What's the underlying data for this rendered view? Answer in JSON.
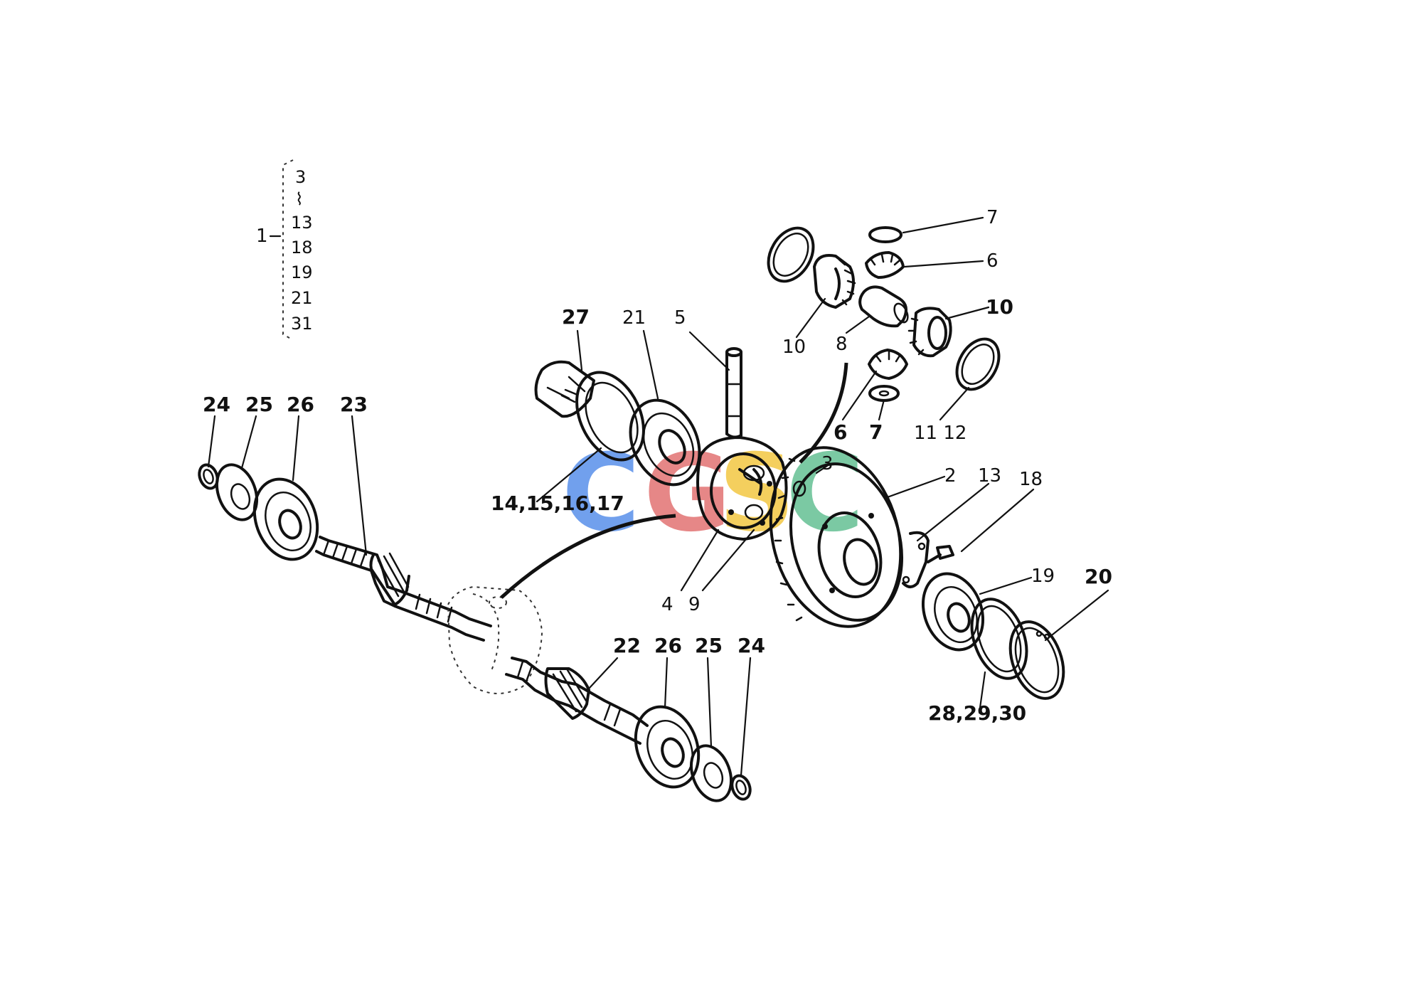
{
  "assembly_group": {
    "main_number": "1",
    "components": [
      "3",
      "⌇",
      "13",
      "18",
      "19",
      "21",
      "31"
    ]
  },
  "callouts": {
    "c7_top": "7",
    "c6_top": "6",
    "c10_right": "10",
    "c10_left": "10",
    "c8": "8",
    "c6_mid": "6",
    "c7_mid": "7",
    "c11_12": "11 12",
    "c27": "27",
    "c21": "21",
    "c5": "5",
    "c14_17": "14,15,16,17",
    "c3": "3",
    "c2": "2",
    "c13": "13",
    "c18": "18",
    "c19": "19",
    "c20": "20",
    "c28_30": "28,29,30",
    "c4": "4",
    "c9": "9",
    "c24_left": "24",
    "c25_left": "25",
    "c26_left": "26",
    "c23": "23",
    "c22": "22",
    "c26_right": "26",
    "c25_right": "25",
    "c24_right": "24"
  },
  "watermark": {
    "letters": [
      "C",
      "G",
      "S",
      "C"
    ],
    "colors": [
      "#4a86e8",
      "#e06666",
      "#f1c232",
      "#57bb8a"
    ]
  }
}
